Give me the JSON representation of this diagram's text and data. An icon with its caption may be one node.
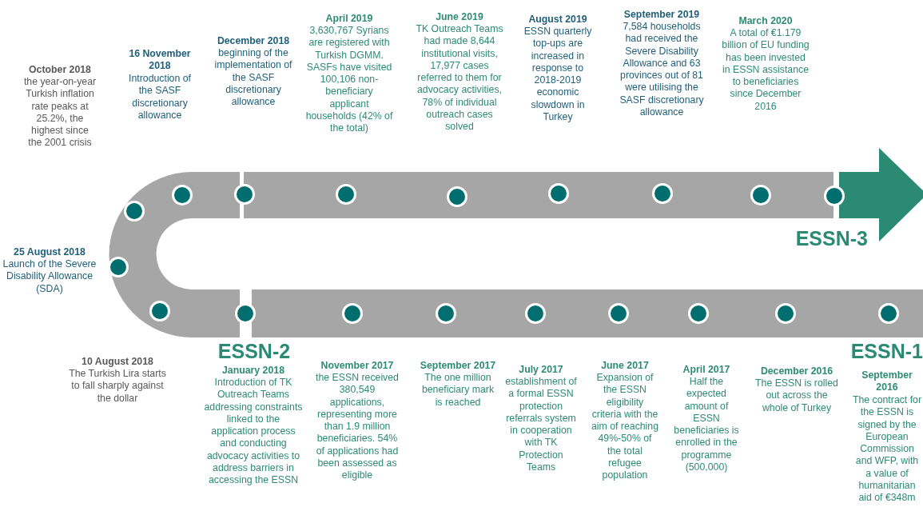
{
  "diagram": {
    "nodes": [
      {
        "text": [],
        "shape": "circle",
        "beside": [
          "October 2018",
          "the year-on-year Turkish inflation rate peaks at 25.2%, the highest since the 2001 crisis"
        ]
      },
      {
        "text": [],
        "shape": "circle",
        "beside": [
          "16 November 2018",
          "Introduction of the SASF discretionary allowance"
        ]
      },
      {
        "text": [],
        "shape": "circle",
        "beside": [
          "December 2018",
          "beginning of the implementation of the SASF discretionary allowance"
        ]
      },
      {
        "text": [],
        "shape": "circle",
        "beside": [
          "April 2019",
          "3,630,767 Syrians are registered with Turkish DGMM. SASFs have visited 100,106 non-beneficiary applicant households (42% of the total)"
        ]
      },
      {
        "text": [],
        "shape": "circle",
        "beside": [
          "June 2019",
          "TK Outreach Teams had made 8,644 institutional visits, 17,977 cases referred to them for advocacy activities, 78% of individual outreach cases solved"
        ]
      },
      {
        "text": [],
        "shape": "circle",
        "beside": [
          "August 2019",
          "ESSN quarterly top-ups are increased in response to 2018-2019 economic slowdown in Turkey"
        ]
      },
      {
        "text": [],
        "shape": "circle",
        "beside": [
          "September 2019",
          "7,584 households had received the Severe Disability Allowance and 63 provinces out of 81 were utilising the SASF discretionary allowance"
        ]
      },
      {
        "text": [],
        "shape": "circle",
        "beside": [
          "March 2020",
          "A total of €1.179 billion of EU funding has been invested in ESSN assistance to beneficiaries since December 2016"
        ]
      },
      {
        "text": [],
        "shape": "circle"
      },
      {
        "text": [],
        "shape": "circle",
        "beside": [
          "25 August 2018",
          "Launch of the Severe Disability Allowance (SDA)"
        ]
      },
      {
        "text": [],
        "shape": "circle",
        "beside": [
          "10 August 2018",
          "The Turkish Lira starts to fall sharply against the dollar"
        ]
      },
      {
        "text": [],
        "shape": "circle",
        "beside": [
          "January 2018",
          "Introduction of TK Outreach Teams addressing constraints linked to the application process and conducting advocacy activities to address barriers in accessing the ESSN"
        ]
      },
      {
        "text": [],
        "shape": "circle",
        "beside": [
          "November 2017",
          "the ESSN received 380,549 applications, representing more than 1.9 million beneficiaries. 54% of applications had been assessed as eligible"
        ]
      },
      {
        "text": [],
        "shape": "circle",
        "beside": [
          "September 2017",
          "The one million beneficiary mark is reached"
        ]
      },
      {
        "text": [],
        "shape": "circle",
        "beside": [
          "July 2017",
          "establishment of a formal ESSN protection referrals system in cooperation with TK Protection Teams"
        ]
      },
      {
        "text": [],
        "shape": "circle",
        "beside": [
          "June 2017",
          "Expansion of the ESSN eligibility criteria with the aim of reaching 49%-50% of the total refugee population"
        ]
      },
      {
        "text": [],
        "shape": "circle",
        "beside": [
          "April 2017",
          "Half the expected amount of ESSN beneficiaries is enrolled in the programme (500,000)"
        ]
      },
      {
        "text": [],
        "shape": "circle",
        "beside": [
          "December 2016",
          "The ESSN is rolled out across the whole of Turkey"
        ]
      },
      {
        "text": [],
        "shape": "circle",
        "beside": [
          "September 2016",
          "The contract for the ESSN is signed by the European Commission and WFP, with a value of humanitarian aid of €348m"
        ]
      }
    ],
    "labels": [
      "ESSN-3",
      "ESSN-2",
      "ESSN-1"
    ]
  }
}
